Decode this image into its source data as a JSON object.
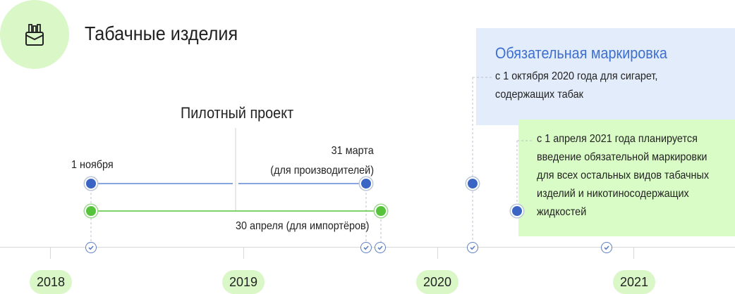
{
  "header": {
    "icon": "cigarette-pack-icon",
    "title": "Табачные изделия"
  },
  "pilot": {
    "title": "Пилотный проект",
    "start_label": "1 ноября",
    "end_producers_line1": "31 марта",
    "end_producers_line2": "(для производителей)",
    "end_importers": "30 апреля (для импортёров)"
  },
  "mandatory": {
    "title": "Обязательная маркировка",
    "cigarettes_line1": "с 1 октября 2020 года для сигарет,",
    "cigarettes_line2": "содержащих табак",
    "others_line1": "с 1 апреля 2021 года планируется",
    "others_line2": "введение обязательной маркировки",
    "others_line3": "для всех остальных видов табачных",
    "others_line4": "изделий и никотиносодержащих",
    "others_line5": "жидкостей"
  },
  "timeline": {
    "years": [
      "2018",
      "2019",
      "2020",
      "2021"
    ]
  },
  "colors": {
    "accent_blue": "#3d6fcf",
    "accent_green": "#56c43a",
    "badge_green": "#d9f7c7",
    "box_blue": "#e3ecfb",
    "box_green": "#d9fcc6"
  }
}
